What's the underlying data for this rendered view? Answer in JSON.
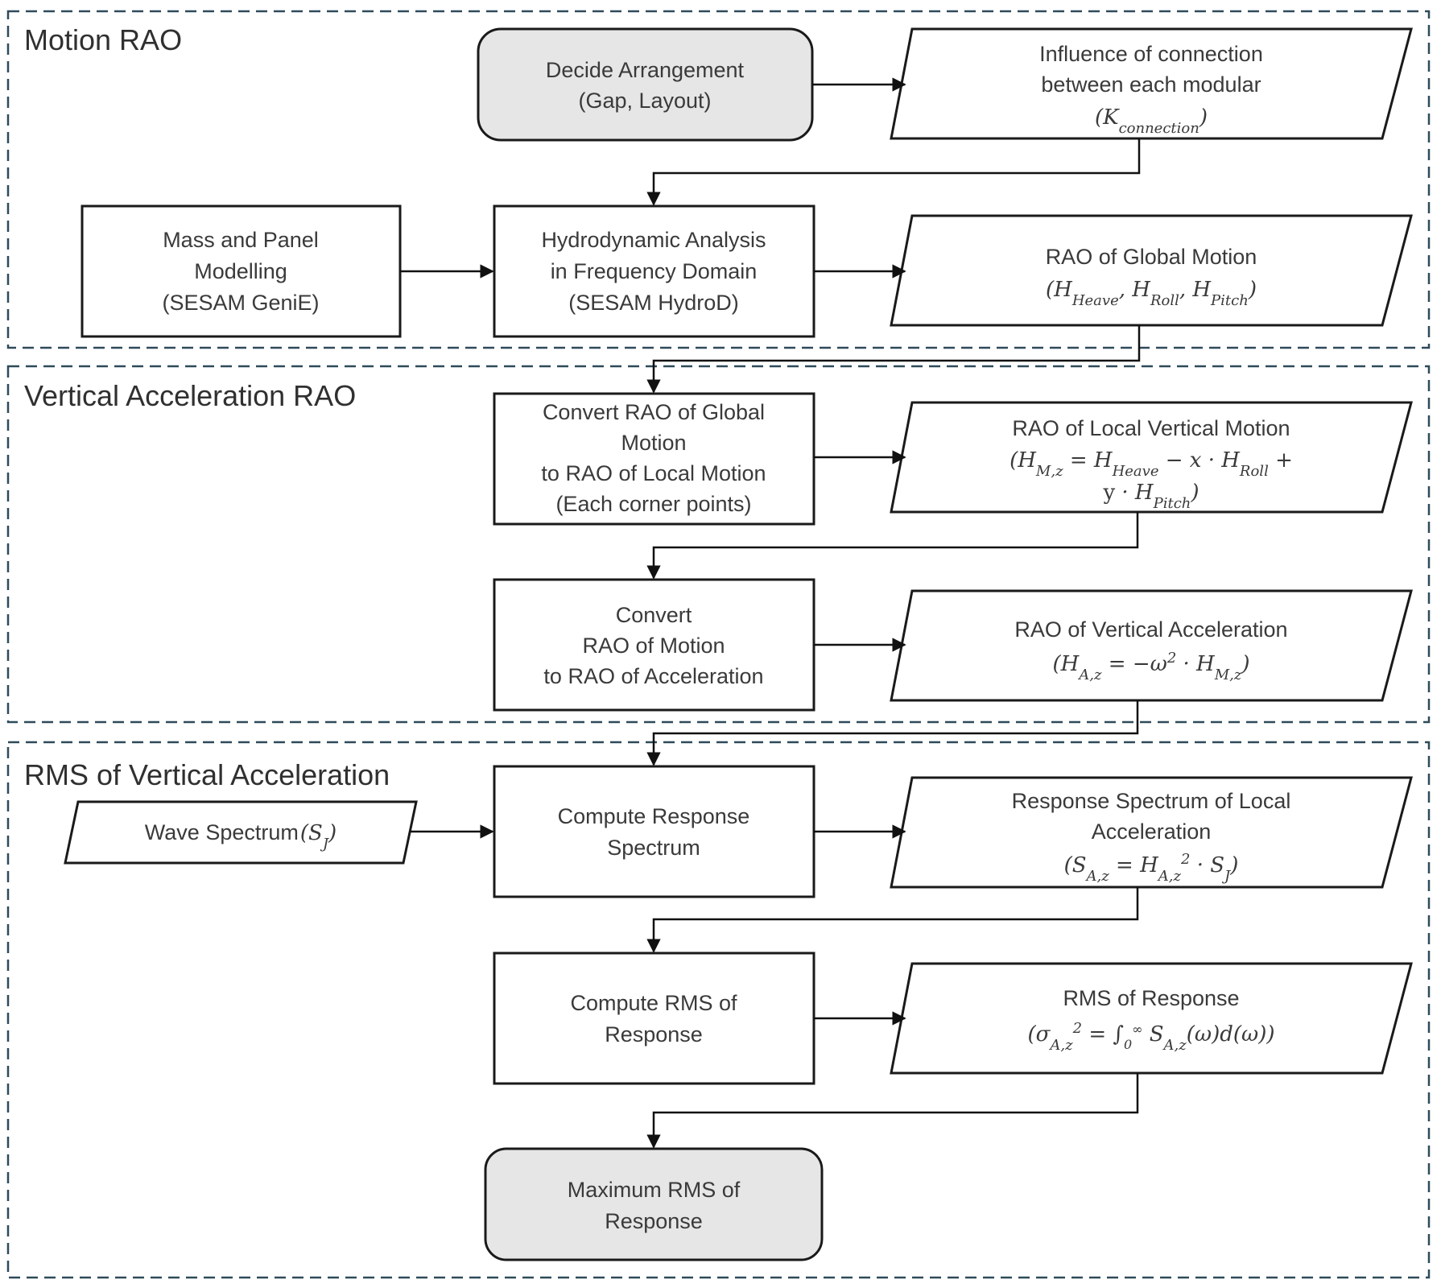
{
  "sections": {
    "motion_rao": "Motion RAO",
    "vertical_acceleration_rao": "Vertical Acceleration  RAO",
    "rms_vertical_acceleration": "RMS of Vertical Acceleration"
  },
  "nodes": {
    "decide_arrangement": [
      "Decide Arrangement",
      "(Gap, Layout)"
    ],
    "influence_connection": [
      "Influence of connection",
      "between each modular"
    ],
    "mass_panel_modelling": [
      "Mass and Panel",
      "Modelling",
      "(SESAM GeniE)"
    ],
    "hydrodynamic_analysis": [
      "Hydrodynamic Analysis",
      "in Frequency  Domain",
      "(SESAM HydroD)"
    ],
    "rao_global_motion": "RAO of Global Motion",
    "convert_global_to_local": [
      "Convert RAO of Global",
      "Motion",
      "to RAO of Local Motion",
      "(Each corner points)"
    ],
    "rao_local_vertical_motion": "RAO of Local Vertical Motion",
    "convert_motion_to_accel": [
      "Convert",
      "RAO of Motion",
      "to RAO of  Acceleration"
    ],
    "rao_vertical_acceleration": "RAO of Vertical Acceleration",
    "wave_spectrum": "Wave Spectrum",
    "compute_response_spectrum": [
      "Compute Response",
      "Spectrum"
    ],
    "response_spectrum_local_accel": [
      "Response Spectrum  of Local",
      "Acceleration"
    ],
    "compute_rms_response": [
      "Compute RMS of",
      "Response"
    ],
    "rms_response": "RMS of Response",
    "maximum_rms_response": [
      "Maximum RMS of",
      "Response"
    ]
  },
  "formulas": {
    "k_connection": "(K_connection)",
    "global_motion": "(H_Heave, H_Roll, H_Pitch)",
    "local_vertical_motion_line1": "(H_M,z =  H_Heave − x · H_Roll  +",
    "local_vertical_motion_line2": "y · H_Pitch)",
    "vertical_acceleration": "(H_A,z  = −ω² · H_M,z)",
    "wave_spectrum_symbol": "(S_J)",
    "response_spectrum": "(S_A,z = H_A,z² · S_J)",
    "rms_response": "(σ_A,z² = ∫₀^∞ S_A,z(ω)d(ω))"
  }
}
